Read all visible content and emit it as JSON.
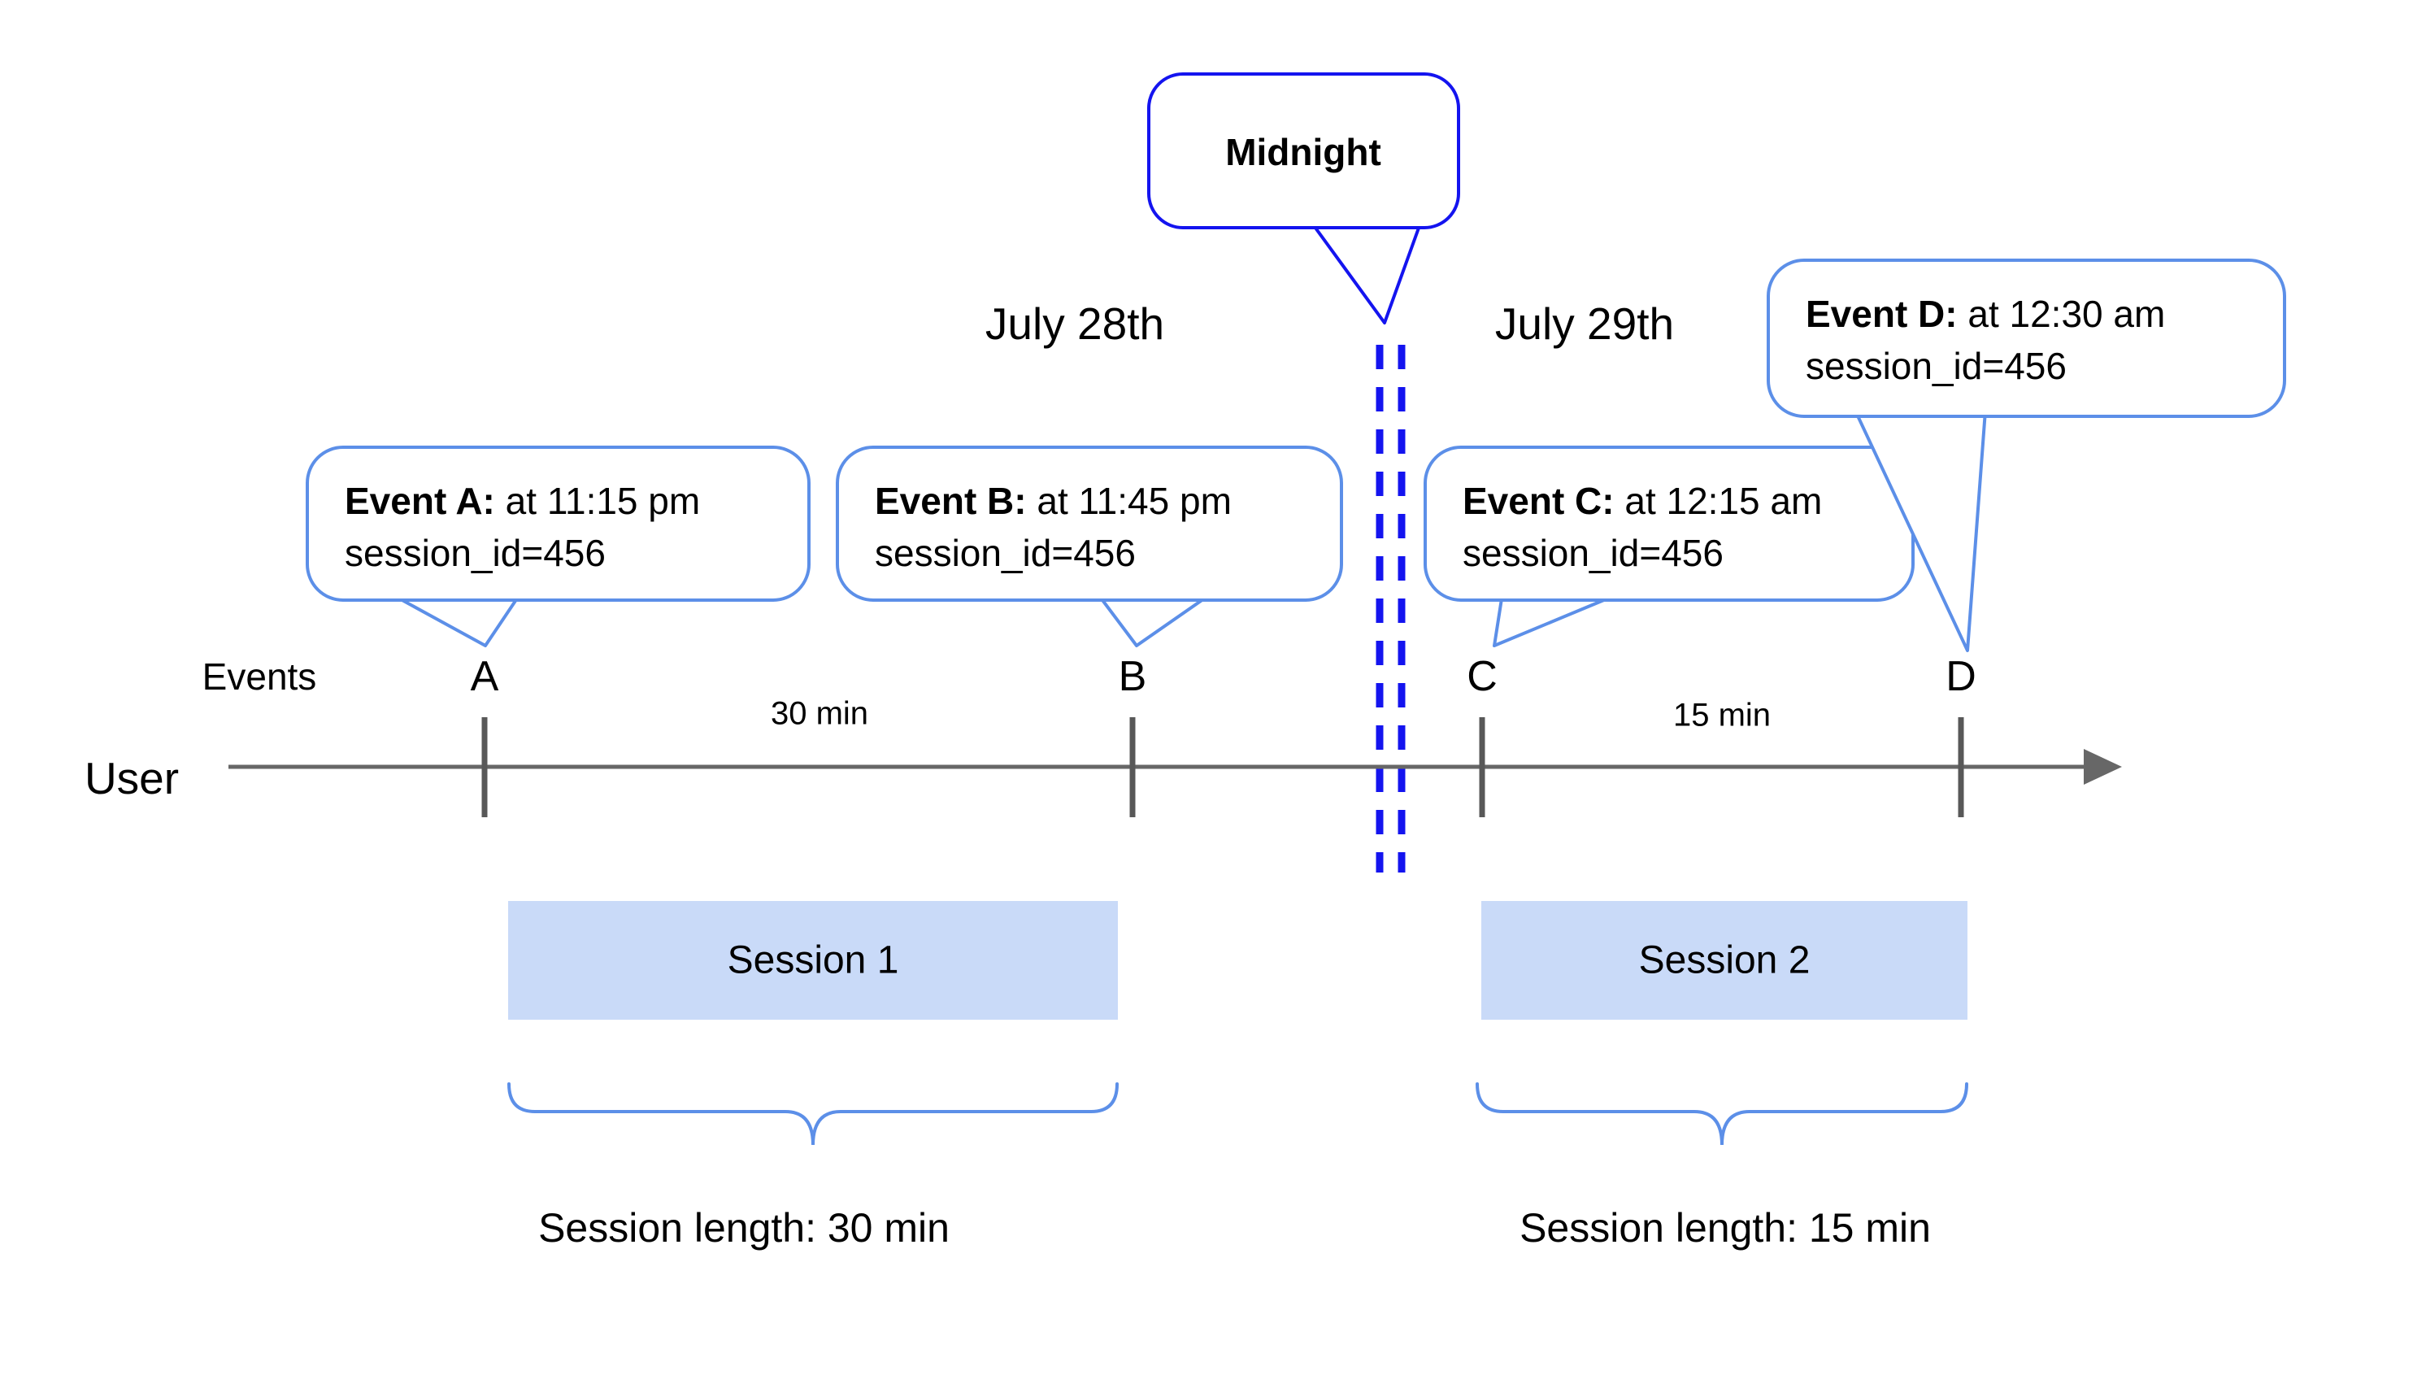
{
  "colors": {
    "bubble_border": "#5c8fe8",
    "midnight_blue": "#1414ef",
    "line_gray": "#676767",
    "tick_gray": "#585858",
    "session_fill": "#c9daf8",
    "text": "#000000"
  },
  "midnight": {
    "label": "Midnight"
  },
  "dates": {
    "left": "July 28th",
    "right": "July 29th"
  },
  "axis": {
    "events_label": "Events",
    "user_label": "User",
    "markers": [
      "A",
      "B",
      "C",
      "D"
    ]
  },
  "events": [
    {
      "marker": "A",
      "title_bold": "Event A:",
      "title_rest": " at 11:15 pm",
      "session": "session_id=456"
    },
    {
      "marker": "B",
      "title_bold": "Event B:",
      "title_rest": " at 11:45 pm",
      "session": "session_id=456"
    },
    {
      "marker": "C",
      "title_bold": "Event C:",
      "title_rest": " at 12:15 am",
      "session": "session_id=456"
    },
    {
      "marker": "D",
      "title_bold": "Event D:",
      "title_rest": " at 12:30 am",
      "session": "session_id=456"
    }
  ],
  "gaps": [
    {
      "label": "30 min"
    },
    {
      "label": "15 min"
    }
  ],
  "sessions": [
    {
      "label": "Session 1",
      "length_label": "Session length: 30 min"
    },
    {
      "label": "Session 2",
      "length_label": "Session length: 15 min"
    }
  ]
}
